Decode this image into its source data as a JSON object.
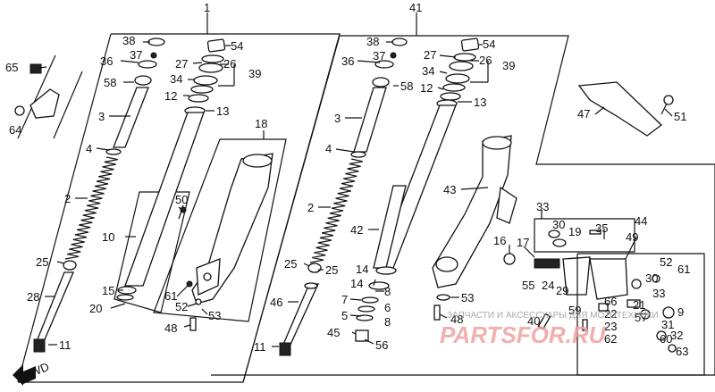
{
  "callouts": {
    "c1": "1",
    "c41": "41",
    "c38a": "38",
    "c37a": "37",
    "c36a": "36",
    "c58a": "58",
    "c3a": "3",
    "c4a": "4",
    "c2a": "2",
    "c25a": "25",
    "c28": "28",
    "c11a": "11",
    "c54a": "54",
    "c27a": "27",
    "c26a": "26",
    "c39a": "39",
    "c34a": "34",
    "c12a": "12",
    "c13a": "13",
    "c65": "65",
    "c64": "64",
    "c10": "10",
    "c15": "15",
    "c20": "20",
    "c50": "50",
    "c18": "18",
    "c61a": "61",
    "c52a": "52",
    "c53a": "53",
    "c48a": "48",
    "c38b": "38",
    "c36b": "36",
    "c37b": "37",
    "c58b": "58",
    "c3b": "3",
    "c4b": "4",
    "c2b": "2",
    "c25b": "25",
    "c25c": "25",
    "c46": "46",
    "c11b": "11",
    "c54b": "54",
    "c27b": "27",
    "c26b": "26",
    "c39b": "39",
    "c34b": "34",
    "c12b": "12",
    "c13b": "13",
    "c42": "42",
    "c14a": "14",
    "c14b": "14",
    "c7": "7",
    "c5": "5",
    "c45": "45",
    "c8a": "8",
    "c8b": "8",
    "c6": "6",
    "c56": "56",
    "c53b": "53",
    "c48b": "48",
    "c43": "43",
    "c47": "47",
    "c51": "51",
    "c33a": "33",
    "c30a": "30",
    "c19": "19",
    "c35": "35",
    "c44": "44",
    "c16": "16",
    "c17": "17",
    "c49": "49",
    "c55": "55",
    "c24": "24",
    "c29": "29",
    "c59": "59",
    "c52b": "52",
    "c61b": "61",
    "c30b": "30",
    "c33b": "33",
    "c40": "40",
    "c22": "22",
    "c23": "23",
    "c62": "62",
    "c66": "66",
    "c21": "21",
    "c57": "57",
    "c9": "9",
    "c31": "31",
    "c32": "32",
    "c60": "60",
    "c63": "63"
  },
  "fwd_label": "FWD",
  "watermark": {
    "line1": "ЗАПЧАСТИ И АКСЕССУАРЫ ДЛЯ МОТОТЕХНИКИ",
    "brand": "PARTSFOR.RU"
  }
}
